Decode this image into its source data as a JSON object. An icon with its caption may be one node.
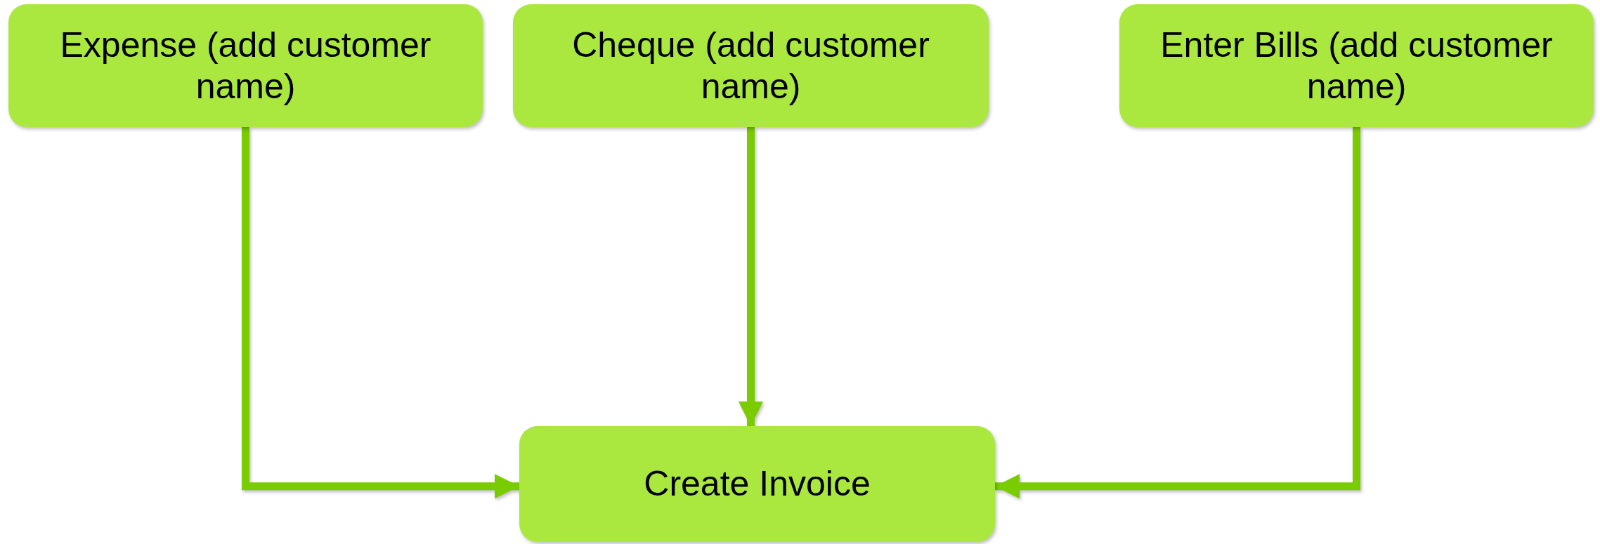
{
  "diagram": {
    "nodes": [
      {
        "text": [
          "Expense (add customer name)"
        ]
      },
      {
        "text": [
          "Cheque (add customer name)"
        ]
      },
      {
        "text": [
          "Enter Bills (add customer name)"
        ]
      },
      {
        "text": [
          "Create Invoice"
        ]
      }
    ],
    "edges": [
      {
        "from": 0,
        "to": 3,
        "arrow": "to"
      },
      {
        "from": 1,
        "to": 3,
        "arrow": "to"
      },
      {
        "from": 2,
        "to": 3,
        "arrow": "to"
      }
    ]
  }
}
